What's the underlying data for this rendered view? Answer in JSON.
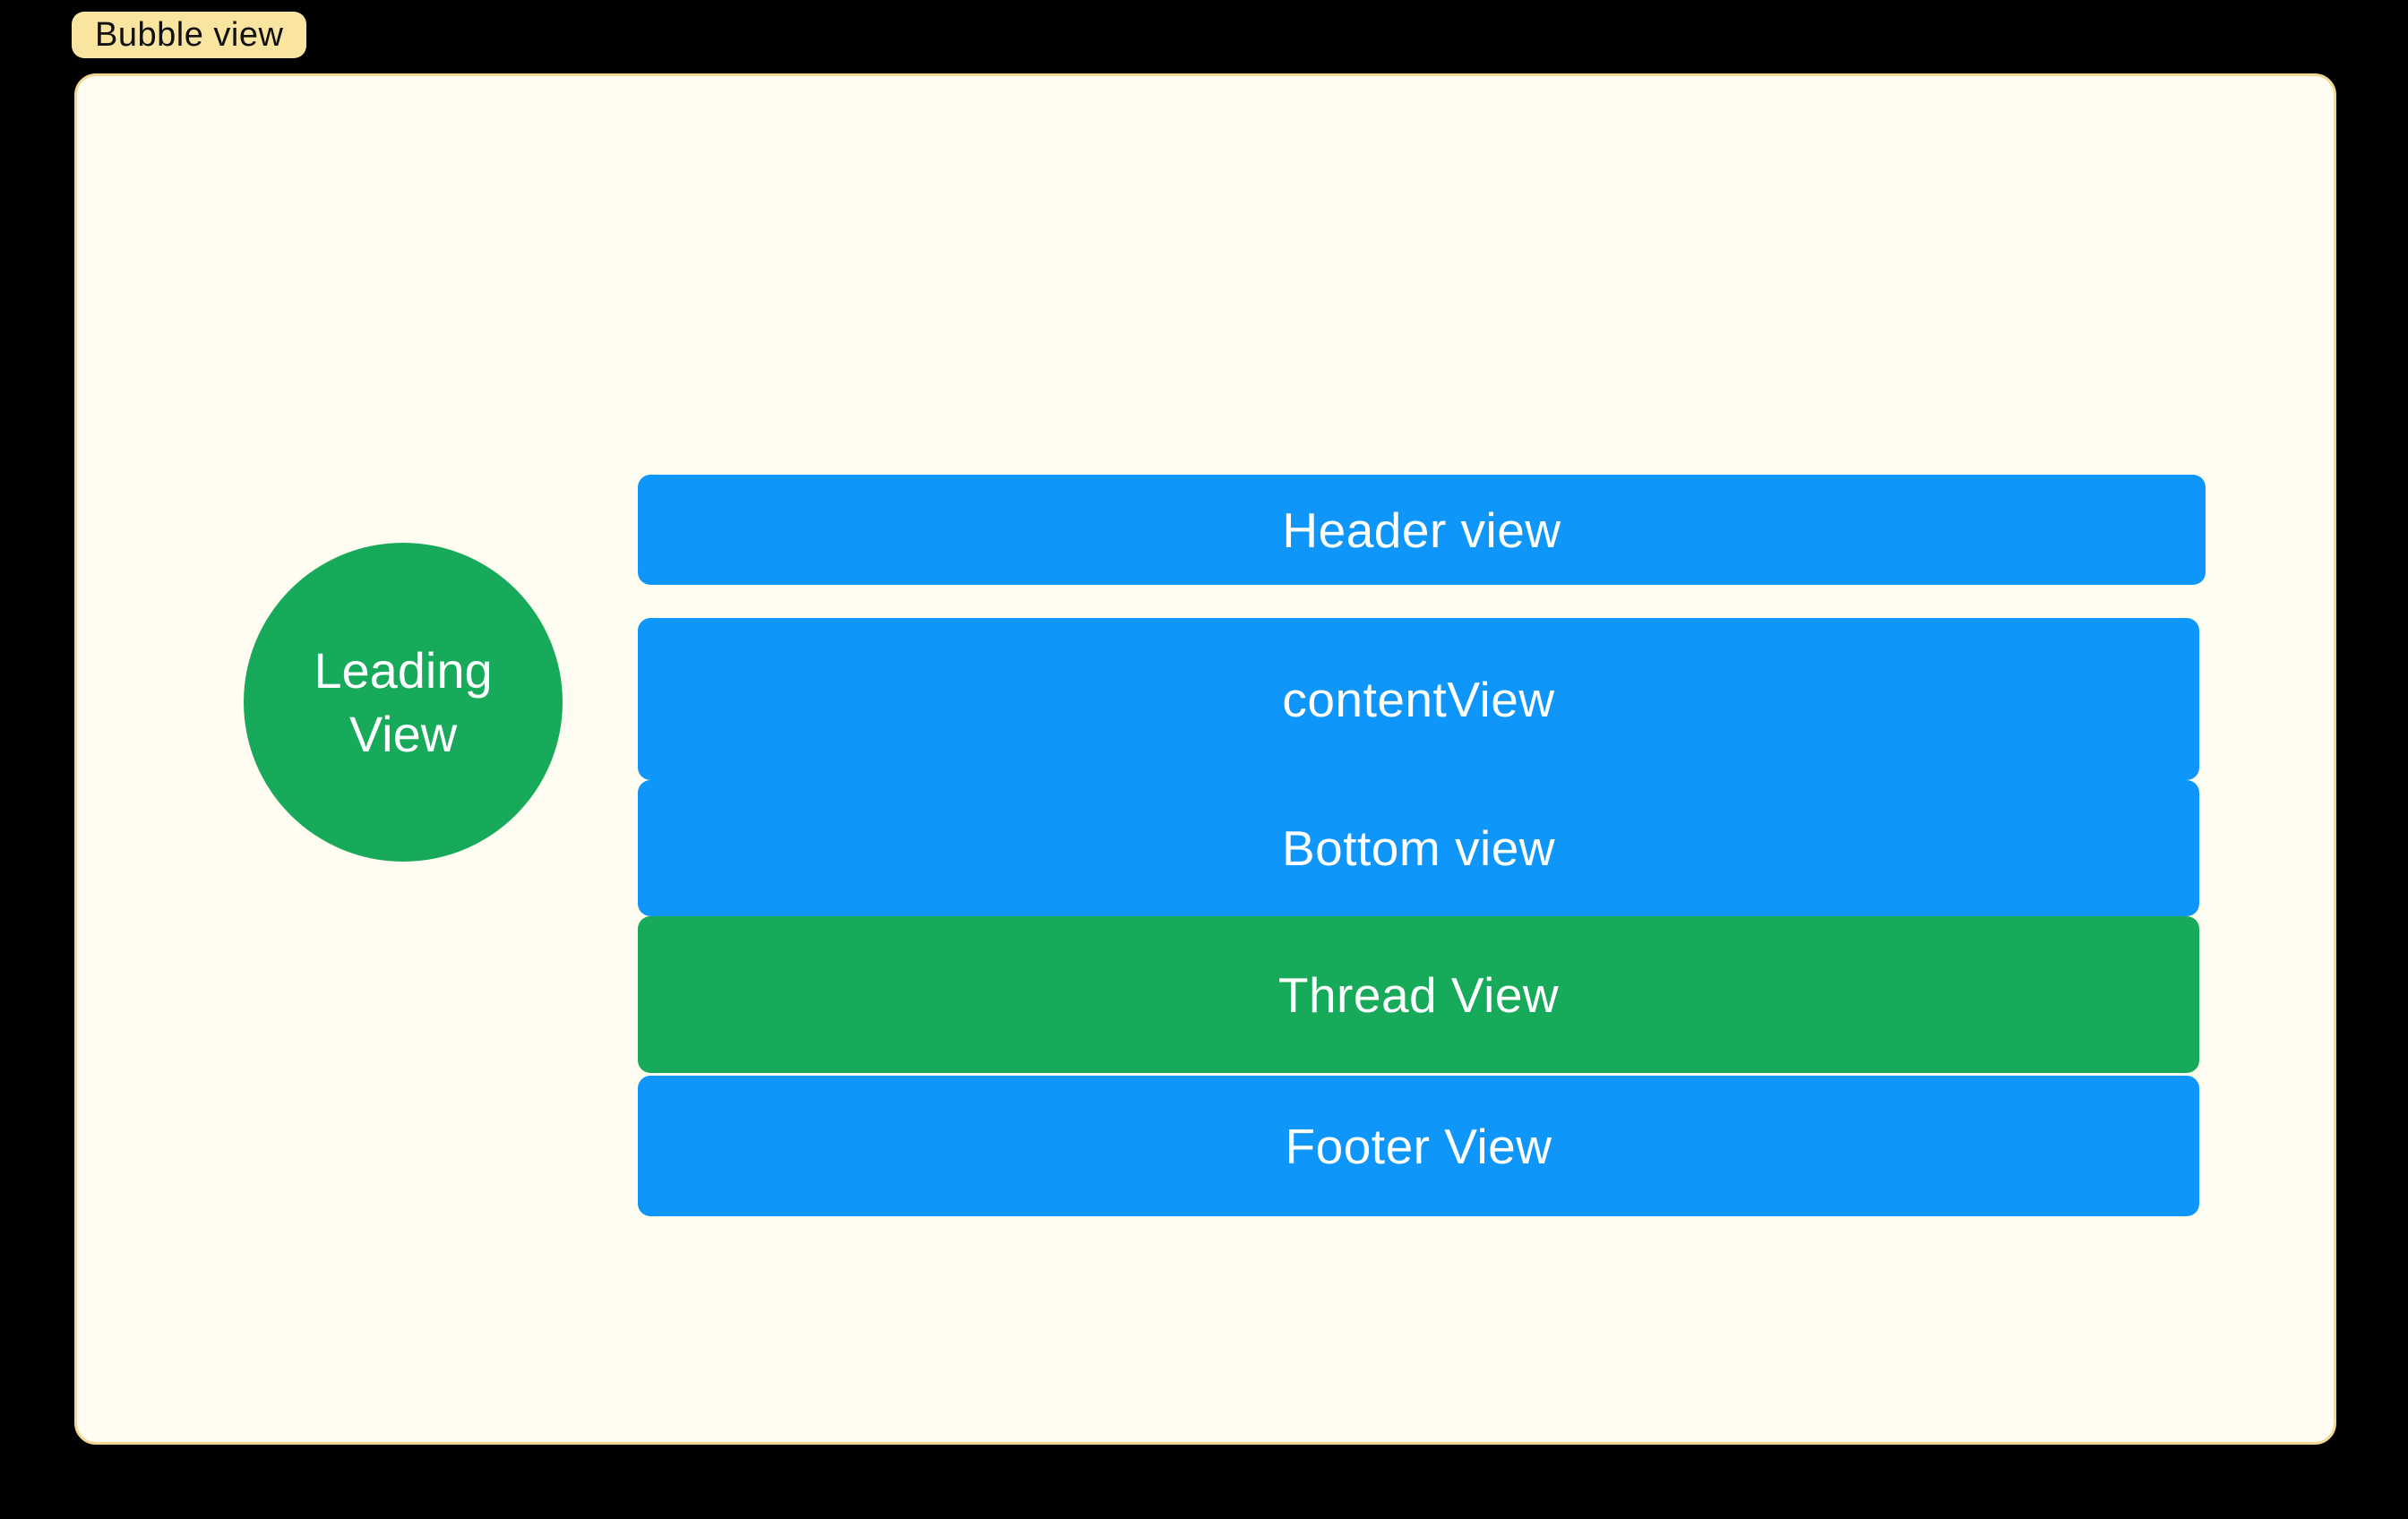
{
  "badge": {
    "label": "Bubble view"
  },
  "leading_view": {
    "line1": "Leading",
    "line2": "View"
  },
  "blocks": {
    "header": {
      "label": "Header view"
    },
    "content": {
      "label": "contentView"
    },
    "bottom": {
      "label": "Bottom view"
    },
    "thread": {
      "label": "Thread View"
    },
    "footer": {
      "label": "Footer View"
    }
  },
  "colors": {
    "background": "#000000",
    "panel_bg": "#FFFDF1",
    "panel_border": "#F2D893",
    "badge_bg": "#FAE5A0",
    "badge_text": "#111111",
    "block_blue": "#0F96FA",
    "block_green": "#17AA5A",
    "block_text": "#FFFFFF"
  }
}
